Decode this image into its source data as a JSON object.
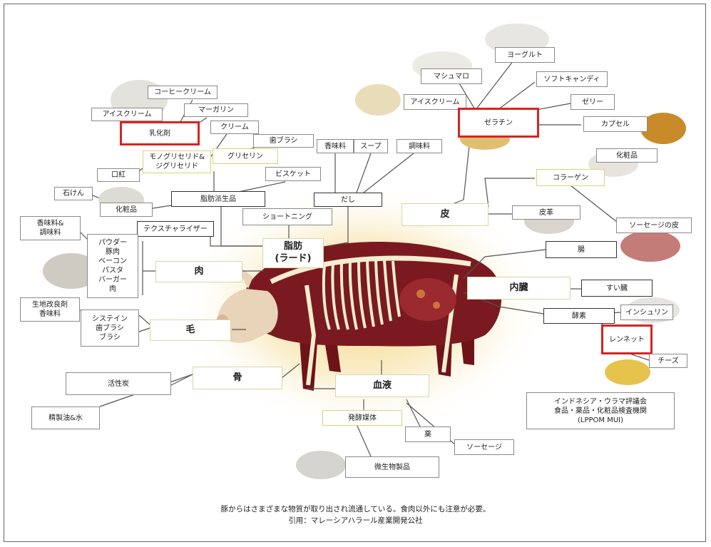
{
  "nodes": {
    "coffee_cream": "コーヒークリーム",
    "icecream_left": "アイスクリーム",
    "margarine": "マーガリン",
    "emulsifier": "乳化剤",
    "cream": "クリーム",
    "toothpaste_top": "歯ブラシ",
    "glycerides": "モノグリセリド&\nジグリセリド",
    "glycerin": "グリセリン",
    "lipstick": "口紅",
    "biscuit": "ビスケット",
    "soap": "石けん",
    "cosmetics_left": "化粧品",
    "fat_derivative": "脂肪派生品",
    "seasoning_top": "香味料",
    "soup": "スープ",
    "condiment": "調味料",
    "dashi": "だし",
    "shortening": "ショートニング",
    "texturizer": "テクスチャライザー",
    "spice_left": "香味料&\n調味料",
    "meat_products": "パウダー\n豚肉\nベーコン\nパスタ\nバーガー\n肉",
    "fat_main": "脂肪\n(ラード)",
    "meat": "肉",
    "dough_improver": "生地改良剤\n香味料",
    "cystine": "システイン\n歯ブラシ\nブラシ",
    "hair": "毛",
    "bone": "骨",
    "activated_carbon": "活性炭",
    "refined_oil": "精製油&水",
    "blood": "血液",
    "ferment_medium": "発酵媒体",
    "medicine": "薬",
    "sausage": "ソーセージ",
    "microbial": "微生物製品",
    "yogurt": "ヨーグルト",
    "marshmallow": "マシュマロ",
    "soft_candy": "ソフトキャンディ",
    "icecream_top": "アイスクリーム",
    "jelly": "ゼリー",
    "gelatin": "ゼラチン",
    "capsule": "カプセル",
    "cosmetics_right": "化粧品",
    "collagen": "コラーゲン",
    "skin": "皮",
    "leather": "皮革",
    "sausage_casing": "ソーセージの皮",
    "intestine": "腸",
    "organs": "内臓",
    "pancreas": "すい臓",
    "enzyme": "酵素",
    "insulin": "インシュリン",
    "rennet": "レンネット",
    "cheese": "チーズ",
    "lppom": "インドネシア・ウラマ評議会\n食品・薬品・化粧品検査機関\n(LPPOM MUI)"
  },
  "caption": {
    "line1": "豚からはさまざまな物質が取り出され流通している。食肉以外にも注意が必要。",
    "line2": "引用：マレーシアハラール産業開発公社"
  },
  "colors": {
    "highlight_red": "#d82323",
    "pig_body": "#7a1a20",
    "bone": "#f4edd0",
    "line": "#555555"
  }
}
